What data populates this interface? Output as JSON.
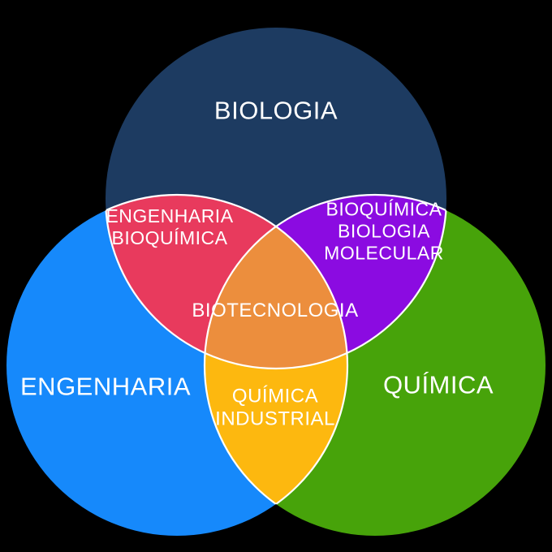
{
  "diagram": {
    "type": "venn-3-circles",
    "background_color": "#000000",
    "outline_color": "#ffffff",
    "text_color": "#ffffff",
    "sets": [
      {
        "id": "biologia",
        "label": "BIOLOGIA",
        "color": "#1d3b61",
        "position": "top"
      },
      {
        "id": "engenharia",
        "label": "ENGENHARIA",
        "color": "#1689fb",
        "position": "bottom-left"
      },
      {
        "id": "quimica",
        "label": "QUÍMICA",
        "color": "#47a30a",
        "position": "bottom-right"
      }
    ],
    "intersections": [
      {
        "id": "engenharia-bioquimica",
        "label": "ENGENHARIA\nBIOQUÍMICA",
        "color": "#e83a5d",
        "between": [
          "biologia",
          "engenharia"
        ]
      },
      {
        "id": "bioquimica-biologia-molecular",
        "label": "BIOQUÍMICA\nBIOLOGIA\nMOLECULAR",
        "color": "#8b0be1",
        "between": [
          "biologia",
          "quimica"
        ]
      },
      {
        "id": "quimica-industrial",
        "label": "QUÍMICA\nINDUSTRIAL",
        "color": "#fdb80f",
        "between": [
          "engenharia",
          "quimica"
        ]
      },
      {
        "id": "biotecnologia",
        "label": "BIOTECNOLOGIA",
        "color": "#ec8e3d",
        "between": [
          "biologia",
          "engenharia",
          "quimica"
        ]
      }
    ]
  }
}
